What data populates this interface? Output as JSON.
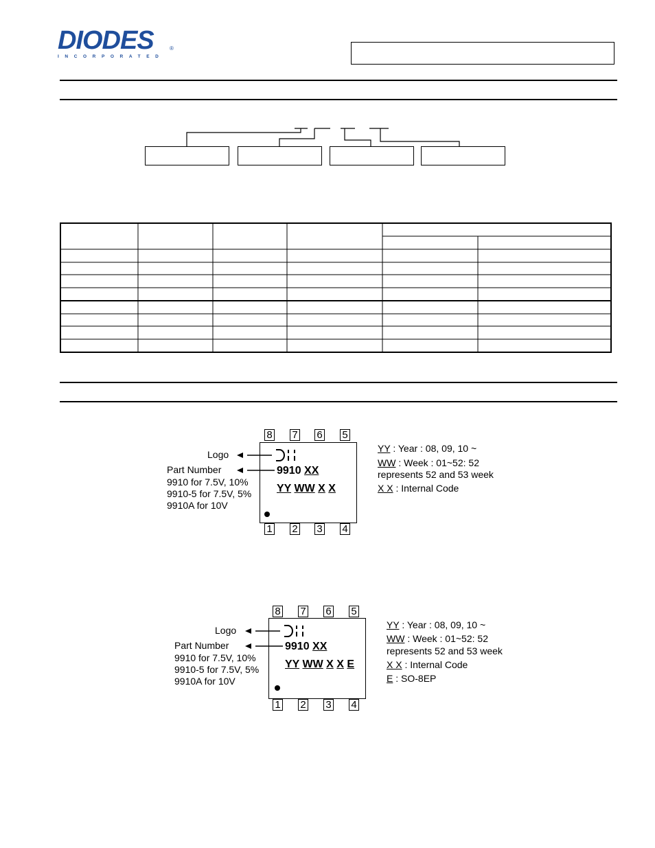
{
  "header": {
    "logo_text": "DIODES",
    "logo_subtext": "INCORPORATED",
    "logo_reg": "®",
    "title_box_text": ""
  },
  "marking1": {
    "pins_top": [
      "8",
      "7",
      "6",
      "5"
    ],
    "pins_bottom": [
      "1",
      "2",
      "3",
      "4"
    ],
    "logo_label": "Logo",
    "part_label": "Part Number",
    "part_lines": [
      "9910 for 7.5V, 10%",
      "9910-5 for 7.5V, 5%",
      "9910A for 10V"
    ],
    "chip_line1_a": "9910",
    "chip_line1_b": "XX",
    "chip_line2": [
      "YY",
      "WW",
      "X",
      "X"
    ],
    "legend": [
      {
        "key": "YY",
        "text": " : Year : 08, 09, 10 ~"
      },
      {
        "key": "WW",
        "text": " : Week : 01~52: 52"
      },
      {
        "key": "",
        "text": "represents 52 and 53 week"
      },
      {
        "key": "X X",
        "text": " : Internal Code"
      }
    ]
  },
  "marking2": {
    "pins_top": [
      "8",
      "7",
      "6",
      "5"
    ],
    "pins_bottom": [
      "1",
      "2",
      "3",
      "4"
    ],
    "logo_label": "Logo",
    "part_label": "Part Number",
    "part_lines": [
      "9910 for 7.5V, 10%",
      "9910-5 for 7.5V, 5%",
      "9910A for 10V"
    ],
    "chip_line1_a": "9910",
    "chip_line1_b": "XX",
    "chip_line2": [
      "YY",
      "WW",
      "X",
      "X",
      "E"
    ],
    "legend": [
      {
        "key": "YY",
        "text": " : Year : 08, 09, 10 ~"
      },
      {
        "key": "WW",
        "text": " : Week : 01~52: 52"
      },
      {
        "key": "",
        "text": "represents 52 and 53 week"
      },
      {
        "key": "X X",
        "text": " : Internal Code"
      },
      {
        "key": "E",
        "text": " : SO-8EP"
      }
    ]
  },
  "colors": {
    "brand": "#1f4e9c",
    "line": "#000000"
  }
}
